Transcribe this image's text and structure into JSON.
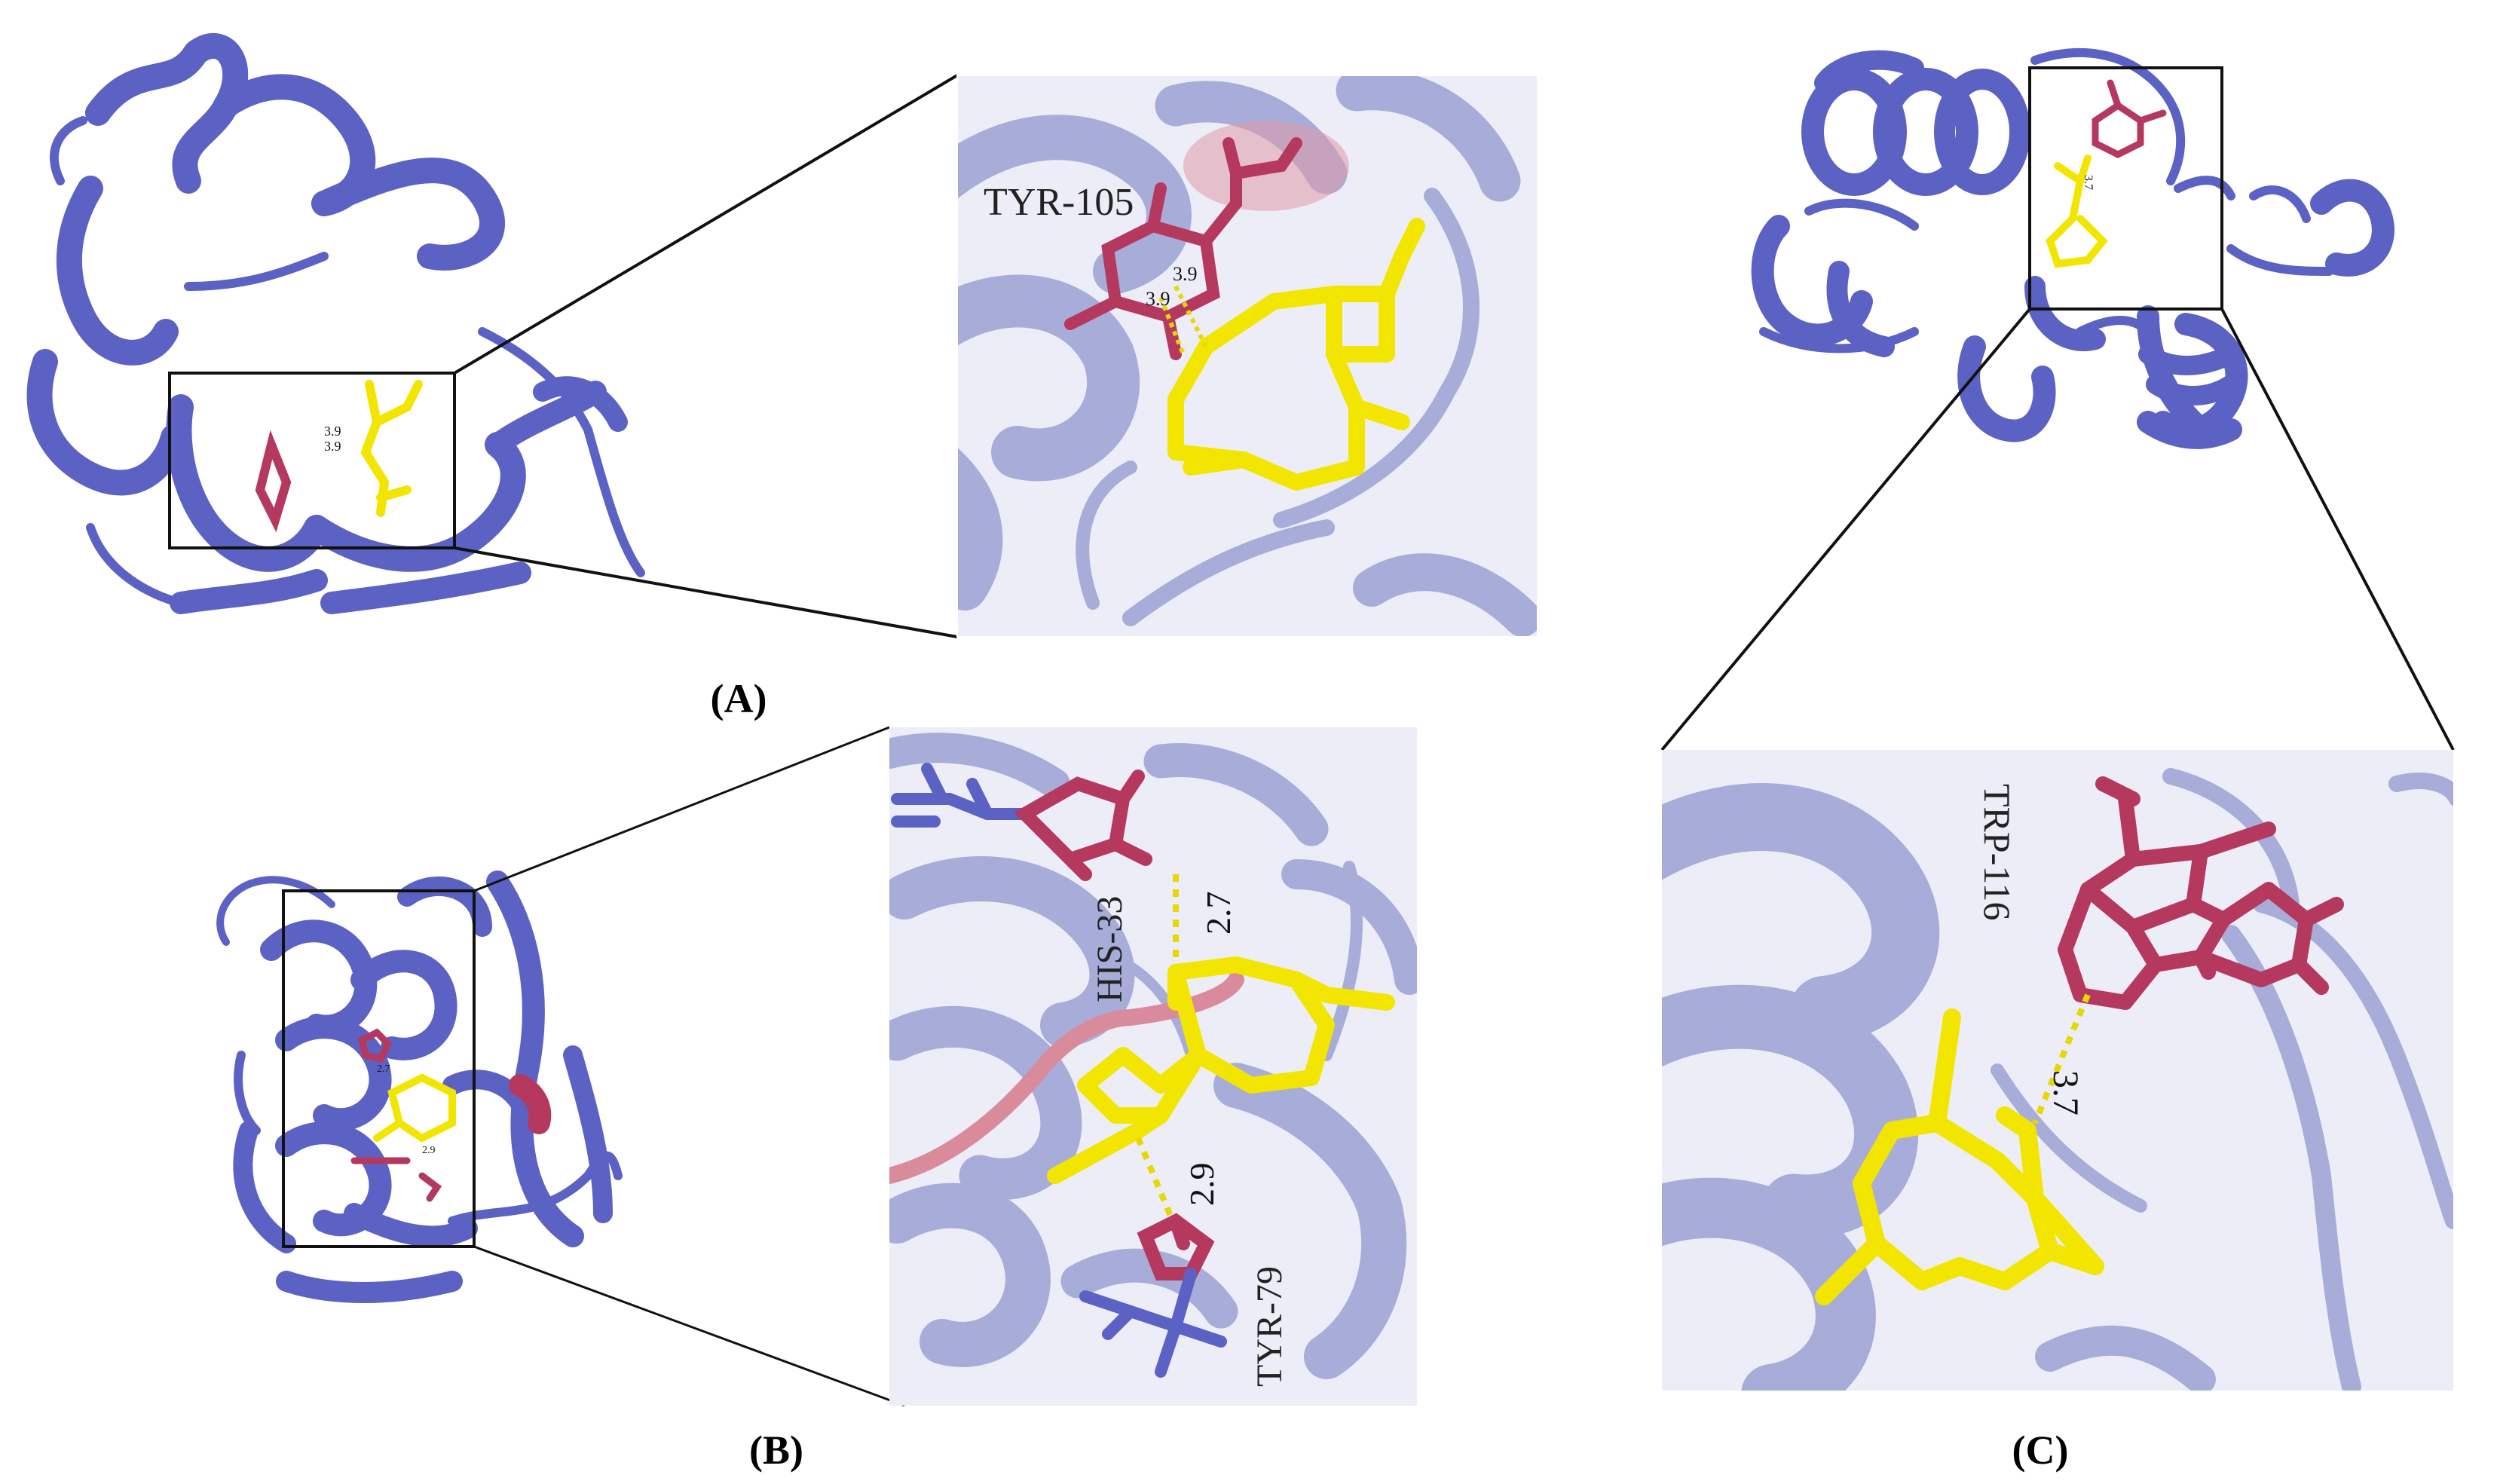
{
  "panels": [
    {
      "id": "A",
      "label": "(A)",
      "residues": [
        "TYR-105"
      ],
      "distances": [
        "3.9",
        "3.9"
      ]
    },
    {
      "id": "B",
      "label": "(B)",
      "residues": [
        "HIS-33",
        "TYR-79"
      ],
      "distances": [
        "2.7",
        "2.9"
      ]
    },
    {
      "id": "C",
      "label": "(C)",
      "residues": [
        "TRP-116"
      ],
      "distances": [
        "3.7"
      ]
    }
  ],
  "colors": {
    "protein": "#5b62c4",
    "protein_faded": "#a7acd9",
    "residue": "#b5395e",
    "ligand": "#f2e600",
    "hbond": "#e6d800"
  }
}
